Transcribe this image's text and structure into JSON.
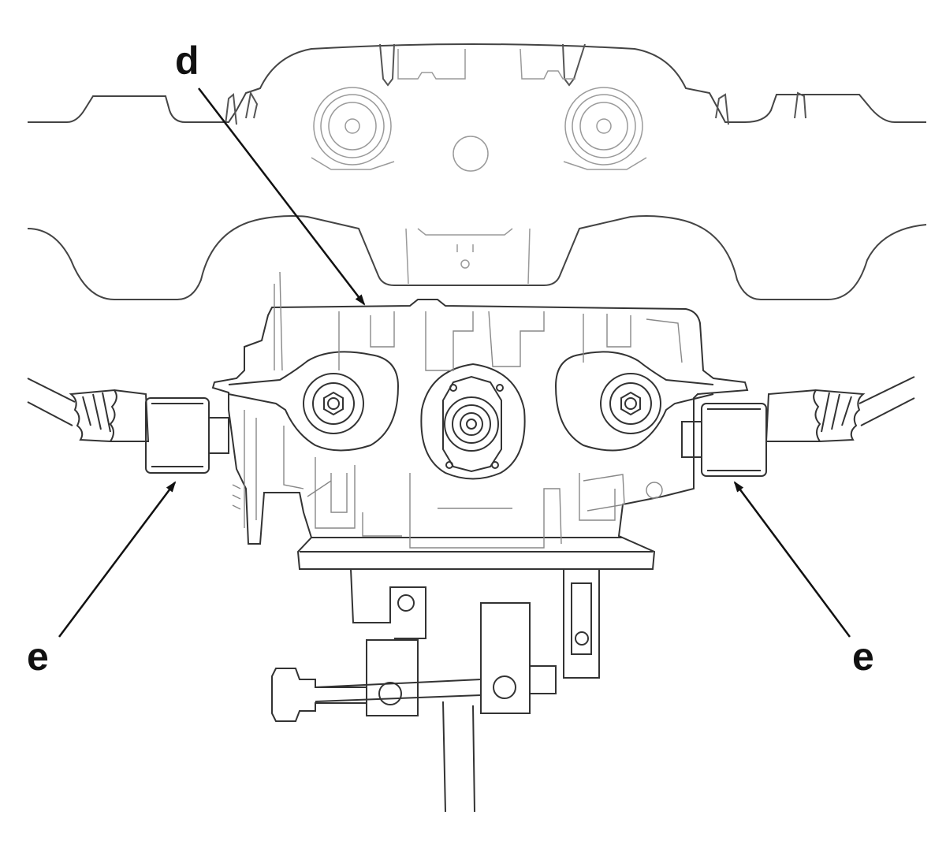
{
  "diagram": {
    "callouts": {
      "d": "d",
      "e_left": "e",
      "e_right": "e"
    },
    "colors": {
      "main_line": "#3a3a3a",
      "faint_line": "#9a9a9a",
      "leader": "#111111",
      "label": "#111111"
    }
  }
}
